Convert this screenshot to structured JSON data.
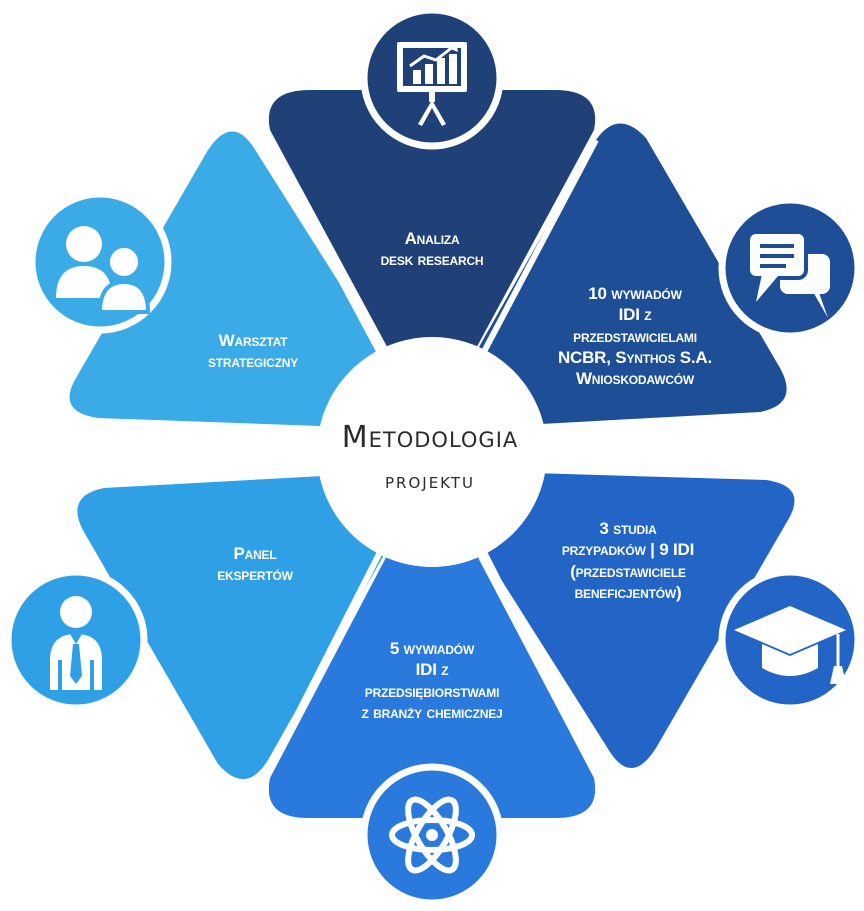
{
  "center": {
    "line1": "Metodologia",
    "line2": "projektu"
  },
  "segments": {
    "analiza": {
      "lines": [
        "Analiza",
        "desk research"
      ],
      "color": "#1f4178"
    },
    "wywiady10": {
      "lines": [
        "10 wywiadów",
        "IDI z",
        "przedstawicielami",
        "NCBR, Synthos S.A.",
        "Wnioskodawców"
      ],
      "color": "#1e4f96"
    },
    "studia": {
      "lines": [
        "3 studia",
        "przypadków | 9 IDI",
        "(przedstawiciele",
        "beneficjentów)"
      ],
      "color": "#2265c7"
    },
    "wywiady5": {
      "lines": [
        "5 wywiadów",
        "IDI z",
        "przedsiębiorstwami",
        "z branży chemicznej"
      ],
      "color": "#2a79dd"
    },
    "panel": {
      "lines": [
        "Panel",
        "ekspertów"
      ],
      "color": "#2fa0e6"
    },
    "warsztat": {
      "lines": [
        "Warsztat",
        "strategiczny"
      ],
      "color": "#3aabe6"
    }
  },
  "icons": {
    "analiza": "presentation-chart-icon",
    "wywiady10": "chat-bubbles-icon",
    "studia": "graduation-cap-icon",
    "wywiady5": "atom-icon",
    "panel": "businessman-icon",
    "warsztat": "users-icon"
  }
}
